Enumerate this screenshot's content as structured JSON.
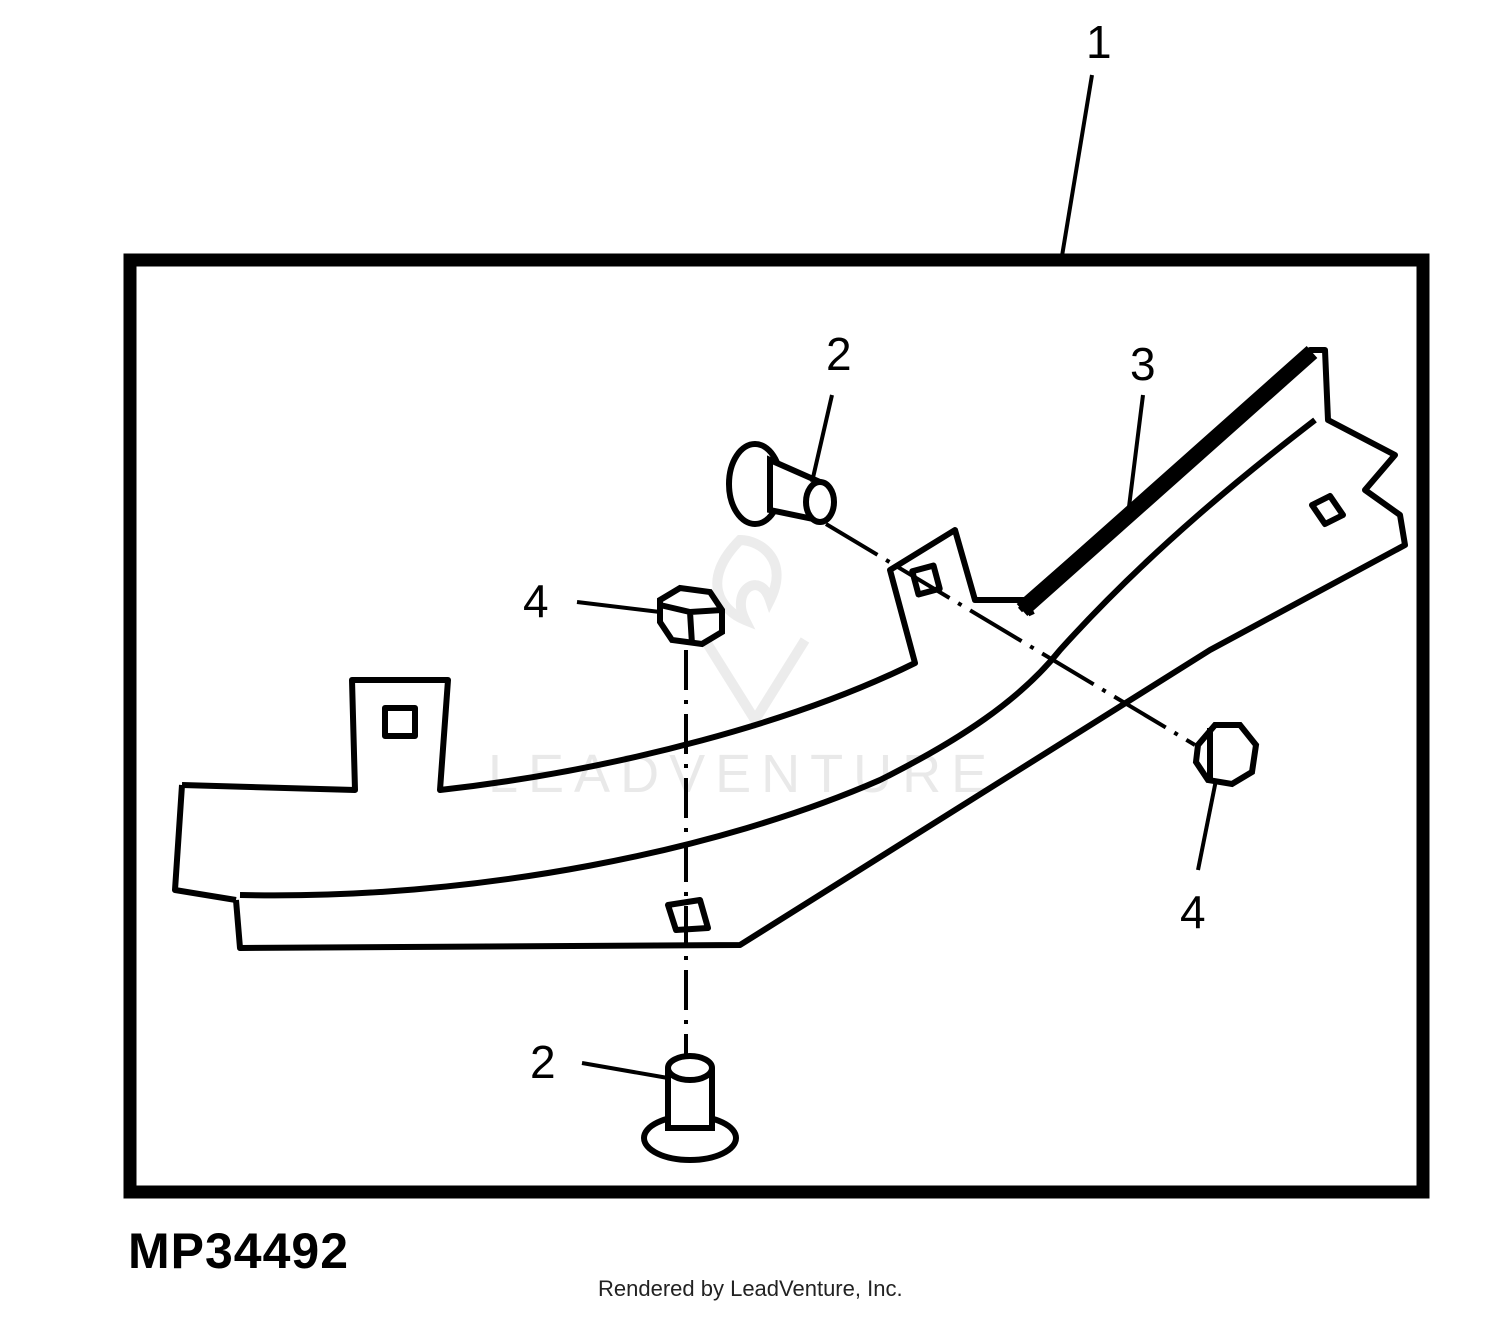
{
  "callouts": {
    "assembly": "1",
    "bolt_top": "2",
    "bolt_bottom": "2",
    "reinforcement": "3",
    "nut_left": "4",
    "nut_right": "4"
  },
  "figure_id": "MP34492",
  "credit": "Rendered by LeadVenture, Inc.",
  "watermark": "LEADVENTURE"
}
